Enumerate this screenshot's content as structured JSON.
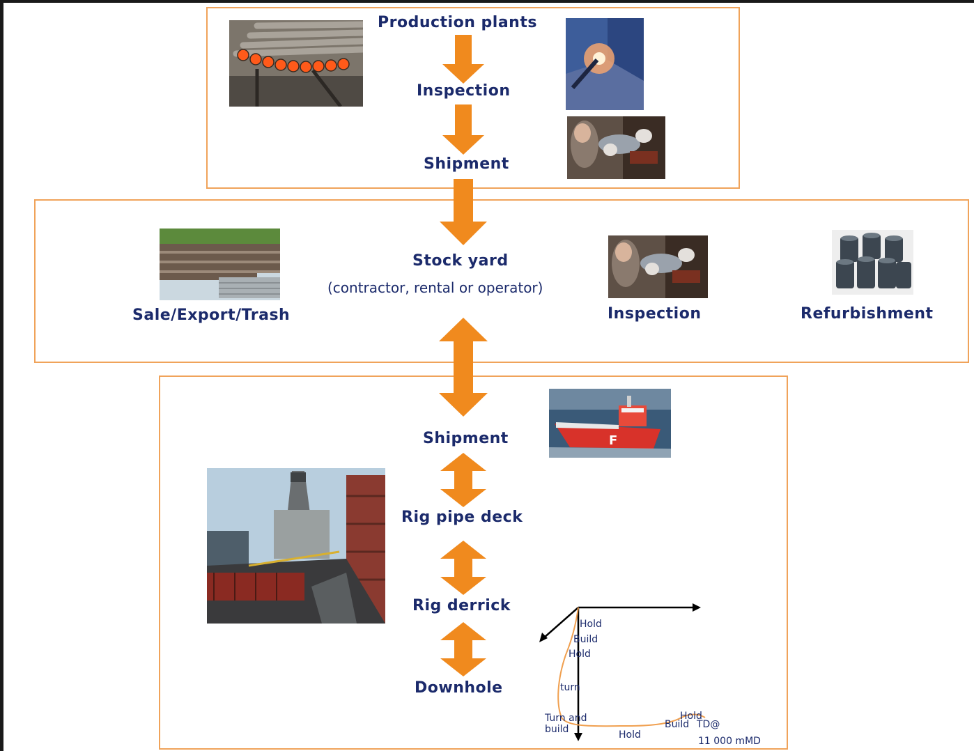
{
  "production": {
    "title": "Production plants",
    "inspection": "Inspection",
    "shipment": "Shipment"
  },
  "stockyard": {
    "title": "Stock yard",
    "subtitle": "(contractor, rental or operator)",
    "sale": "Sale/Export/Trash",
    "inspection": "Inspection",
    "refurbishment": "Refurbishment"
  },
  "field": {
    "shipment": "Shipment",
    "rig_pipe_deck": "Rig pipe deck",
    "rig_derrick": "Rig derrick",
    "downhole": "Downhole"
  },
  "well_path": {
    "hold_1": "Hold",
    "build_1": "Build",
    "hold_2": "Hold",
    "turn": "turn",
    "turn_and": "Turn and",
    "build_2": "build",
    "hold_3": "Hold",
    "build_3": "Build",
    "hold_4": "Hold",
    "td": "TD@",
    "depth": "11 000 mMD"
  },
  "colors": {
    "accent": "#f08a1e",
    "box_border": "#f0a35a",
    "text": "#1b2a6b"
  }
}
